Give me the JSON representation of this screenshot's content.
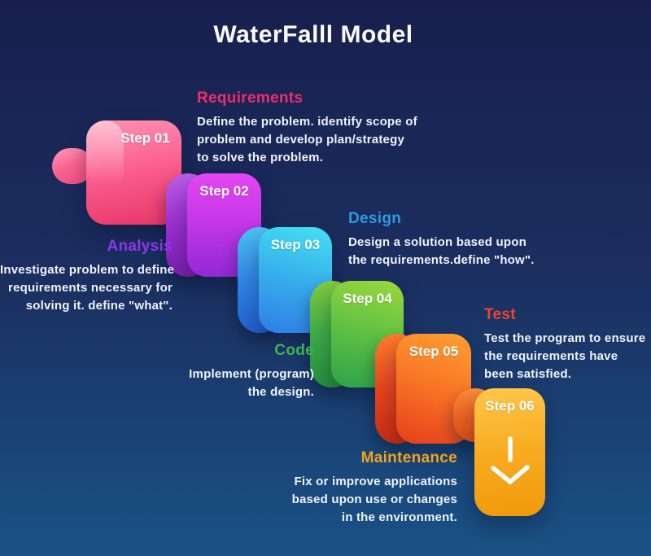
{
  "canvas": {
    "background": {
      "angle": "180deg",
      "from": "#181f4e",
      "mid": "#1b2f60",
      "to": "#1a5286"
    }
  },
  "title": "WaterFalll Model",
  "steps": [
    {
      "label": "Step 01",
      "body": {
        "angle": "170deg",
        "from": "#ff93b2",
        "mid": "#fa5c8e",
        "to": "#e73566"
      },
      "tail": {
        "angle": "160deg",
        "from": "#ff9ab8",
        "mid": "#fa6292",
        "to": "#f34b80"
      }
    },
    {
      "label": "Step 02",
      "body": {
        "angle": "180deg",
        "from": "#e446f2",
        "mid": "#c236e6",
        "to": "#9229d5"
      },
      "curl": {
        "angle": "180deg",
        "from": "#bb5fe8",
        "mid": "#9a30d2",
        "to": "#7a1fae"
      }
    },
    {
      "label": "Step 03",
      "body": {
        "angle": "195deg",
        "from": "#45e0f2",
        "mid": "#37aeeb",
        "to": "#2f7de8"
      },
      "curl": {
        "angle": "180deg",
        "from": "#4ec2f2",
        "mid": "#3186e8",
        "to": "#2161cc"
      }
    },
    {
      "label": "Step 04",
      "body": {
        "angle": "195deg",
        "from": "#9bd83c",
        "mid": "#5fc044",
        "to": "#2da24c"
      },
      "curl": {
        "angle": "180deg",
        "from": "#82cb40",
        "mid": "#3dad47",
        "to": "#268f3e"
      }
    },
    {
      "label": "Step 05",
      "body": {
        "angle": "200deg",
        "from": "#ffa033",
        "mid": "#f87325",
        "to": "#e63d1b"
      },
      "curl": {
        "angle": "180deg",
        "from": "#fd7e2d",
        "mid": "#e8441d",
        "to": "#c52f14"
      }
    },
    {
      "label": "Step 06",
      "body": {
        "angle": "175deg",
        "from": "#fdc74b",
        "mid": "#f8ab20",
        "to": "#f1990c"
      },
      "curl": {
        "angle": "180deg",
        "from": "#f98f3c",
        "mid": "#ee6422",
        "to": "#d84e17"
      }
    }
  ],
  "annotations": {
    "requirements": {
      "heading": "Requirements",
      "color": "#ee2e6b",
      "lines": [
        "Define the problem. identify scope of",
        "problem and develop plan/strategy",
        "to solve the problem."
      ]
    },
    "analysis": {
      "heading": "Analysis",
      "color": "#8f35ea",
      "lines": [
        "Investigate problem to define",
        "requirements necessary for",
        "solving it. define \"what\"."
      ]
    },
    "design": {
      "heading": "Design",
      "color": "#2d9ae8",
      "lines": [
        "Design a solution based upon",
        "the requirements.define \"how\"."
      ]
    },
    "code": {
      "heading": "Code",
      "color": "#3cb551",
      "lines": [
        "Implement (program)",
        "the design."
      ]
    },
    "test": {
      "heading": "Test",
      "color": "#ee4427",
      "lines": [
        "Test the program to ensure",
        "the requirements have",
        "been satisfied."
      ]
    },
    "maintenance": {
      "heading": "Maintenance",
      "color": "#efa31f",
      "lines": [
        "Fix or improve applications",
        "based upon use or changes",
        "in the environment."
      ]
    }
  },
  "icons": {
    "step_06_arrow": "down-arrow"
  }
}
